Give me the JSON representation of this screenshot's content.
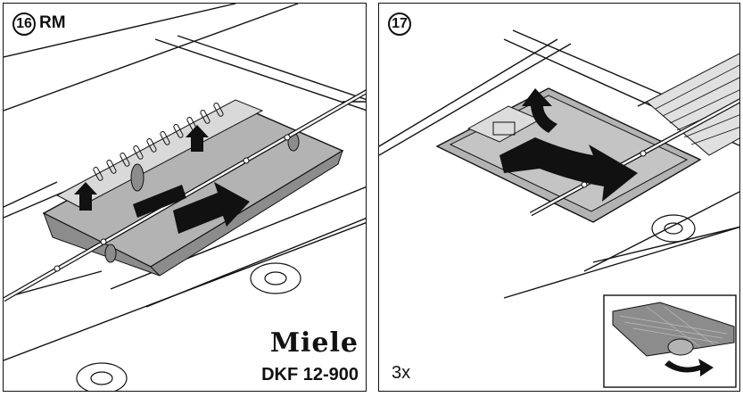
{
  "panels": [
    {
      "step": "16",
      "tag": "RM",
      "brand": "Miele",
      "model": "DKF 12-900"
    },
    {
      "step": "17",
      "quantity": "3x"
    }
  ],
  "colors": {
    "line": "#111111",
    "filter": "#b3b3b3",
    "filter_dark": "#8c8c8c",
    "arrow": "#111111"
  },
  "icons": [
    "circled-step-number",
    "lift-arrow-icon",
    "slide-arrow-icon",
    "rotate-arrow-icon"
  ]
}
